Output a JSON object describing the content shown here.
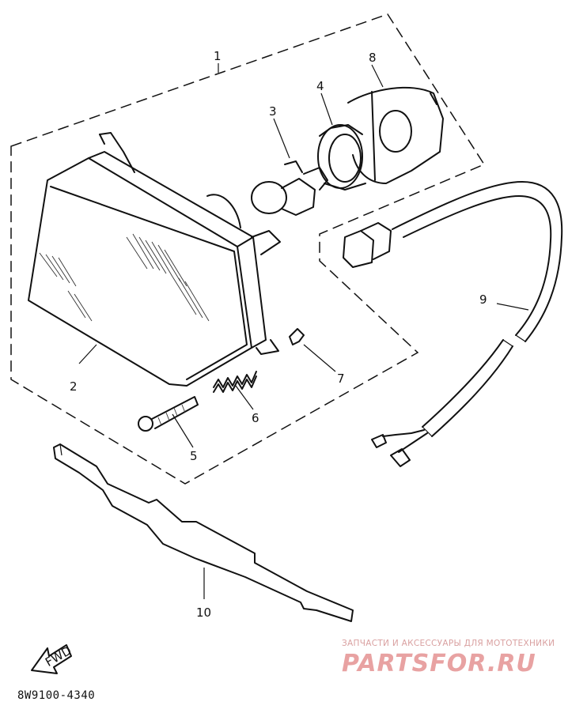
{
  "diagram": {
    "callouts": [
      "1",
      "2",
      "3",
      "4",
      "8",
      "5",
      "6",
      "7",
      "9",
      "10"
    ],
    "fwd_label": "FWD",
    "part_code": "8W9100-4340"
  },
  "watermark": {
    "tagline": "ЗАПЧАСТИ И АКСЕССУАРЫ ДЛЯ МОТОТЕХНИКИ",
    "logo_text": "PARTSFOR.RU"
  }
}
